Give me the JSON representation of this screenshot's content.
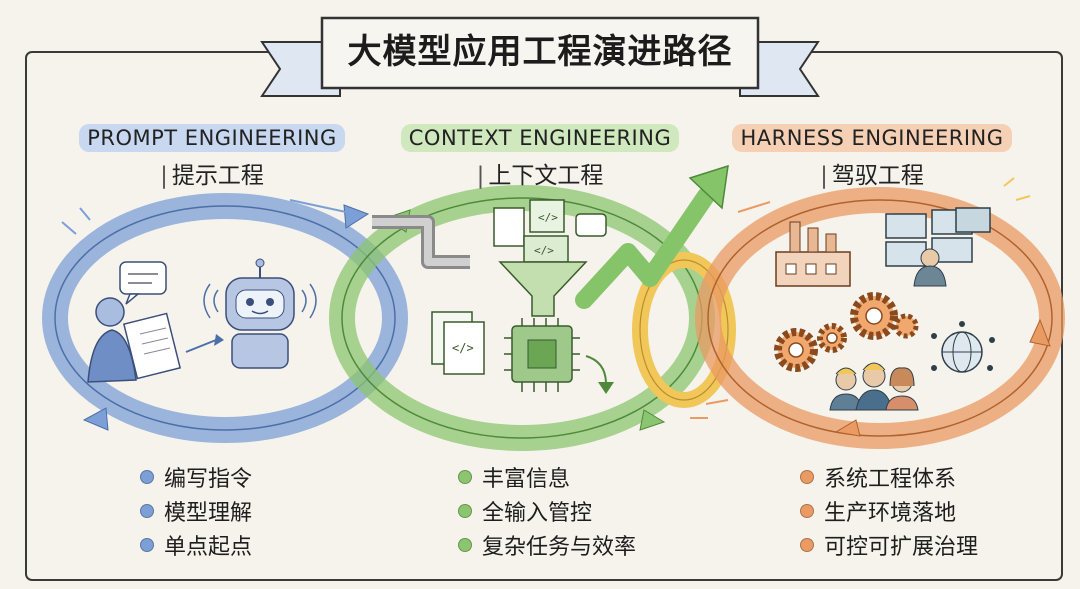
{
  "title": "大模型应用工程演进路径",
  "stages": [
    {
      "en": "PROMPT ENGINEERING",
      "zh": "提示工程",
      "color": "#7b9fd6",
      "highlight": "#c8d8f0",
      "points": [
        "编写指令",
        "模型理解",
        "单点起点"
      ]
    },
    {
      "en": "CONTEXT ENGINEERING",
      "zh": "上下文工程",
      "color": "#8cc56f",
      "highlight": "#cfe8bd",
      "points": [
        "丰富信息",
        "全输入管控",
        "复杂任务与效率"
      ]
    },
    {
      "en": "HARNESS ENGINEERING",
      "zh": "驾驭工程",
      "color": "#ea9a63",
      "highlight": "#f5d0b5",
      "points": [
        "系统工程体系",
        "生产环境落地",
        "可控可扩展治理"
      ]
    }
  ],
  "link_ring_color": "#f1c75a",
  "arrow_color": "#86c46a"
}
